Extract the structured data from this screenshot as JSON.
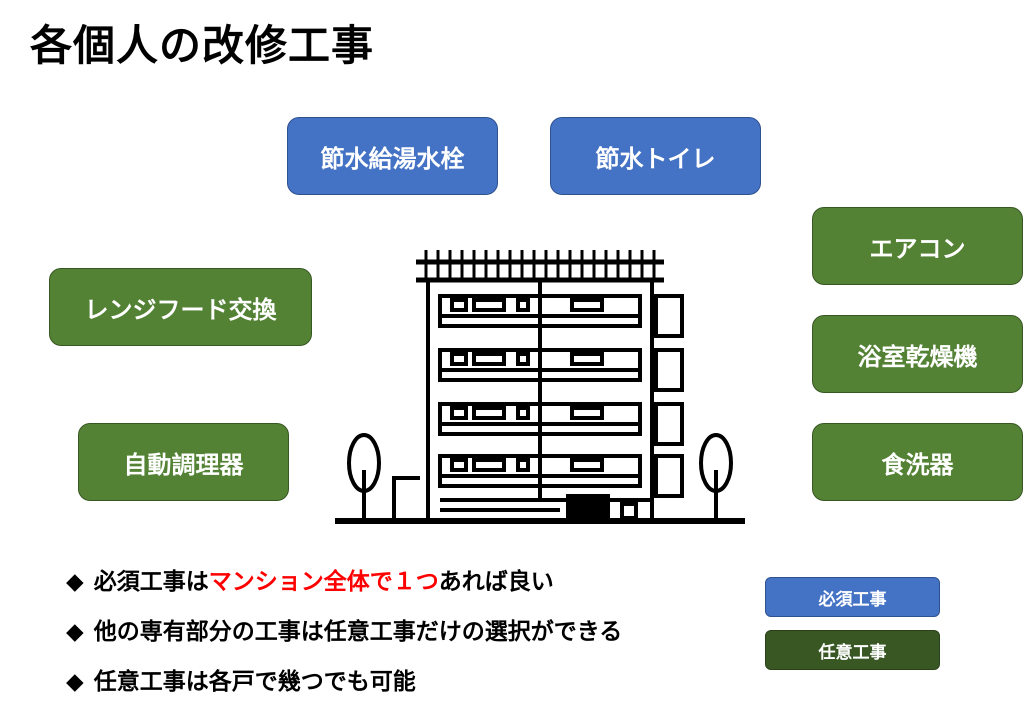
{
  "title": "各個人の改修工事",
  "boxes": {
    "water_faucet": "節水給湯水栓",
    "toilet": "節水トイレ",
    "aircon": "エアコン",
    "range_hood": "レンジフード交換",
    "bath_dryer": "浴室乾燥機",
    "auto_cooker": "自動調理器",
    "dishwasher": "食洗器"
  },
  "bullets": [
    {
      "mark": "◆",
      "pre": "必須工事は",
      "highlight": "マンション全体で１つ",
      "post": "あれば良い"
    },
    {
      "mark": "◆",
      "text": "他の専有部分の工事は任意工事だけの選択ができる"
    },
    {
      "mark": "◆",
      "text": "任意工事は各戸で幾つでも可能"
    }
  ],
  "legend": {
    "required": "必須工事",
    "optional": "任意工事"
  },
  "colors": {
    "required": "#4472c4",
    "optional": "#548235",
    "optional_legend": "#385723",
    "highlight": "#ff0000"
  }
}
